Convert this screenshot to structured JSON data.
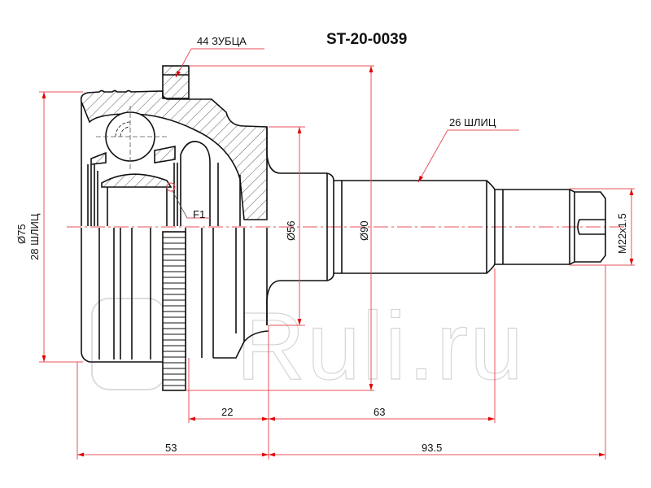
{
  "title": "ST-20-0039",
  "callouts": {
    "teeth": "44 ЗУБЦА",
    "shaft_splines": "26 ШЛИЦ",
    "f1": "F1"
  },
  "dimensions": {
    "outer_diameter": "Ø75",
    "inner_splines": "28 ШЛИЦ",
    "flange_diameter": "Ø56",
    "abs_ring_diameter": "Ø90",
    "thread": "M22x1.5",
    "len_22": "22",
    "len_63": "63",
    "len_53": "53",
    "len_93_5": "93.5"
  },
  "watermark": "Ruli.ru",
  "colors": {
    "dimension_line": "#e8505b",
    "arrow": "#e00000",
    "outline": "#111111",
    "hatch": "#333333",
    "watermark": "#d6d6d6"
  }
}
